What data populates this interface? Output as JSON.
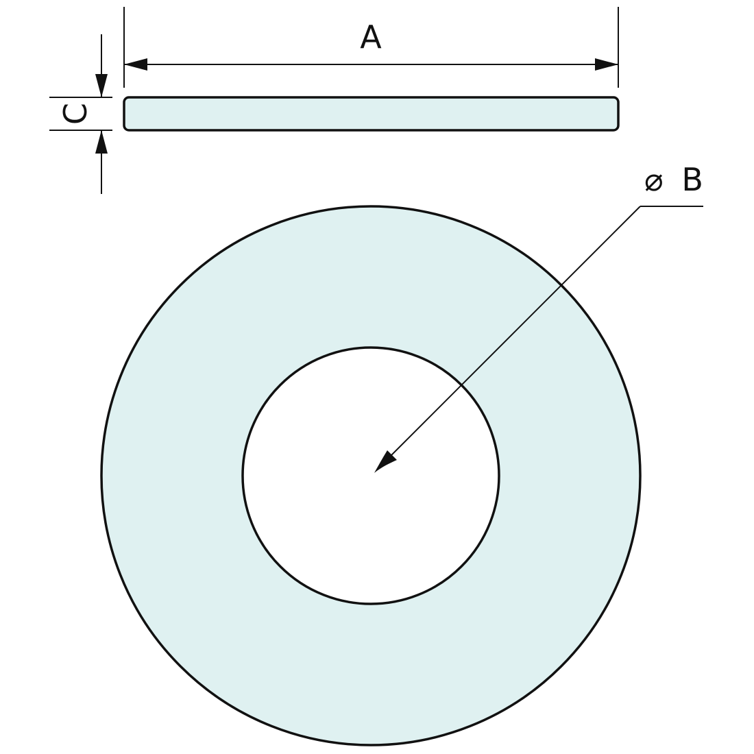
{
  "labels": {
    "width_label": "A",
    "diameter_symbol": "⌀",
    "diameter_label": "B",
    "thickness_label": "C"
  },
  "colors": {
    "fill": "#dff1f1",
    "stroke": "#111111",
    "background": "#ffffff"
  }
}
